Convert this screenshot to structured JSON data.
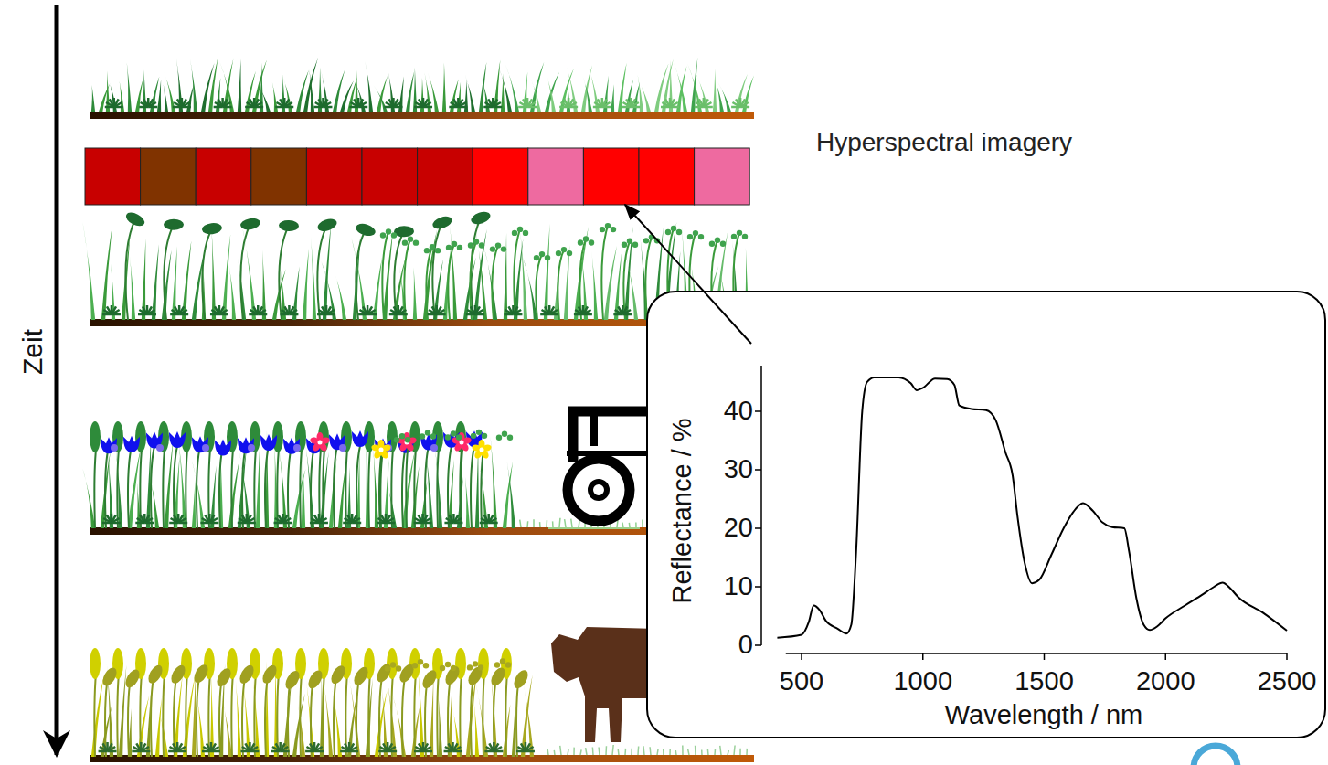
{
  "diagram": {
    "nodes": [
      {
        "text": [
          "Reflectance / %",
          "Wavelength / nm"
        ]
      }
    ],
    "labels": [
      "Zeit",
      "Hyperspectral imagery",
      "0",
      "10",
      "20",
      "30",
      "40",
      "500",
      "1000",
      "1500",
      "2000",
      "2500"
    ]
  }
}
